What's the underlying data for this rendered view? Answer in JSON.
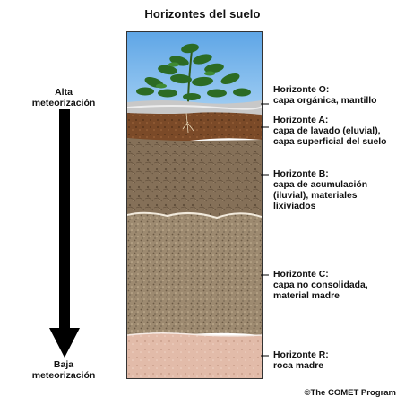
{
  "title": "Horizontes del suelo",
  "arrow": {
    "top_label": "Alta meteorización",
    "bottom_label": "Baja meteorización"
  },
  "horizons": [
    {
      "name": "Horizonte O:",
      "desc_lines": [
        "capa orgánica, mantillo"
      ],
      "color": "#c9c9c9"
    },
    {
      "name": "Horizonte A:",
      "desc_lines": [
        "capa de lavado (eluvial),",
        "capa superficial del suelo"
      ],
      "color": "#7a4a2a"
    },
    {
      "name": "Horizonte B:",
      "desc_lines": [
        "capa de acumulación",
        "(iluvial), materiales",
        "lixiviados"
      ],
      "color": "#8a7356"
    },
    {
      "name": "Horizonte C:",
      "desc_lines": [
        "capa no consolidada,",
        "material madre"
      ],
      "color": "#a08e76"
    },
    {
      "name": "Horizonte R:",
      "desc_lines": [
        "roca madre"
      ],
      "color": "#e0b9a8"
    }
  ],
  "copyright": "©The COMET Program"
}
